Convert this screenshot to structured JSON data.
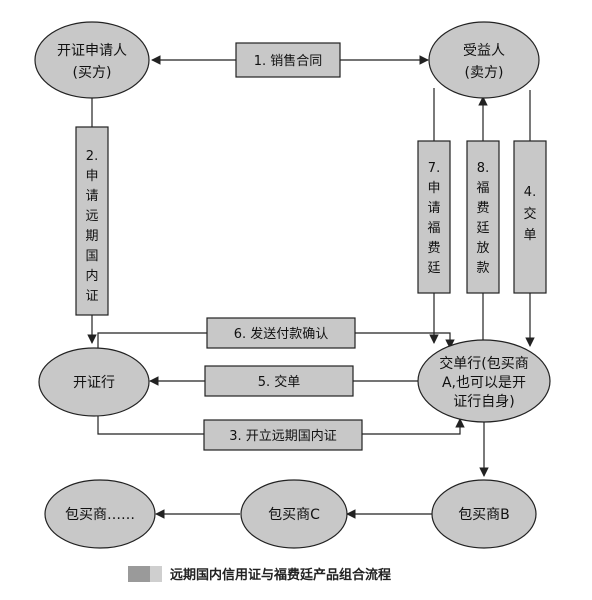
{
  "nodes": {
    "applicant_line1": "开证申请人",
    "applicant_line2": "(买方)",
    "beneficiary_line1": "受益人",
    "beneficiary_line2": "(卖方)",
    "issuing_bank": "开证行",
    "presenting_bank_line1": "交单行(包买商",
    "presenting_bank_line2": "A,也可以是开",
    "presenting_bank_line3": "证行自身)",
    "forfaiter_b": "包买商B",
    "forfaiter_c": "包买商C",
    "forfaiter_more": "包买商……"
  },
  "steps": {
    "s1": "1. 销售合同",
    "s2_num": "2.",
    "s2_chars": [
      "申",
      "请",
      "远",
      "期",
      "国",
      "内",
      "证"
    ],
    "s3": "3. 开立远期国内证",
    "s4_num": "4.",
    "s4_chars": [
      "交",
      "单"
    ],
    "s5": "5. 交单",
    "s6": "6. 发送付款确认",
    "s7_num": "7.",
    "s7_chars": [
      "申",
      "请",
      "福",
      "费",
      "廷"
    ],
    "s8_num": "8.",
    "s8_chars": [
      "福",
      "费",
      "廷",
      "放",
      "款"
    ]
  },
  "caption": "远期国内信用证与福费廷产品组合流程",
  "colors": {
    "node_fill": "#c8c8c8",
    "box_fill": "#c8c8c8",
    "stroke": "#222222"
  }
}
